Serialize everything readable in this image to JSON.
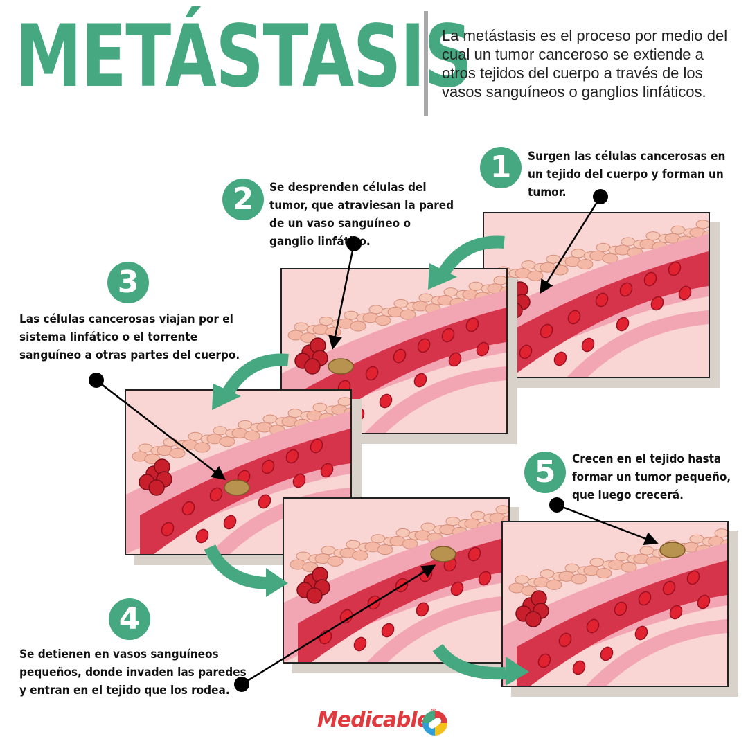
{
  "title": "METÁSTASIS",
  "intro": "La metástasis es el proceso por medio del cual un tumor canceroso se extiende a otros tejidos del cuerpo a través de los vasos sanguíneos o ganglios linfáticos.",
  "steps": [
    {
      "number": "1",
      "text": "Surgen las células cancerosas en un tejido del cuerpo y forman un tumor."
    },
    {
      "number": "2",
      "text": "Se desprenden células del tumor, que atraviesan la pared de un vaso sanguíneo o ganglio linfático."
    },
    {
      "number": "3",
      "text": "Las células cancerosas viajan por el sistema linfático o el torrente sanguíneo a otras partes del cuerpo."
    },
    {
      "number": "4",
      "text": "Se detienen en vasos sanguíneos pequeños, donde invaden las paredes y entran en el tejido que los rodea."
    },
    {
      "number": "5",
      "text": "Crecen en el tejido hasta formar un tumor pequeño, que luego crecerá."
    }
  ],
  "logo": {
    "name": "Medicable",
    "mark": "®"
  },
  "colors": {
    "accent": "#45a881",
    "tissue": "#f9d6d4",
    "vessel": "#d6344a",
    "cell": "#e02231",
    "tumor_cell": "#b8934f",
    "brand": "#e03a3e"
  }
}
